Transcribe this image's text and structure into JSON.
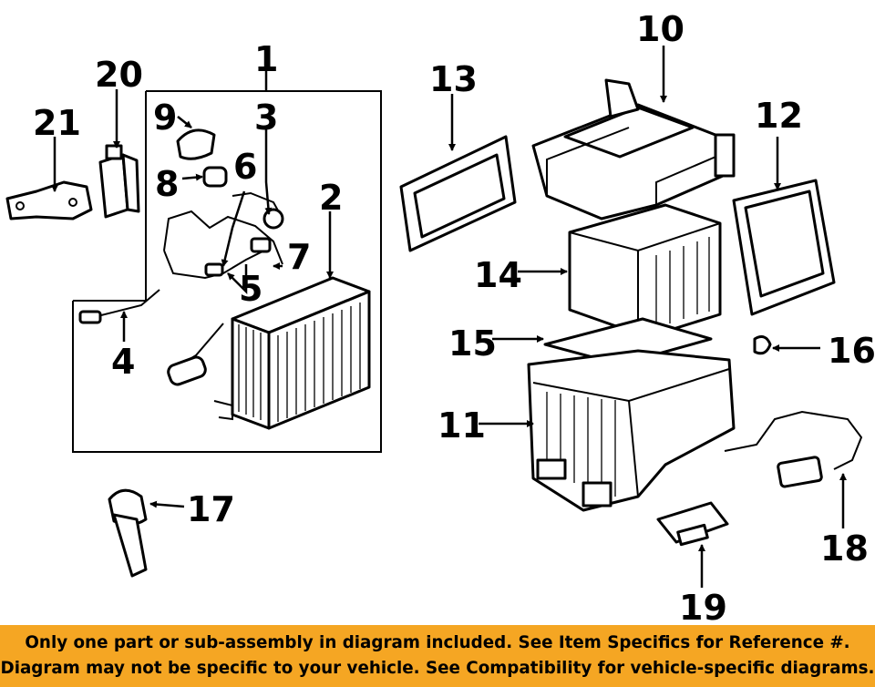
{
  "diagram": {
    "callouts": [
      "1",
      "2",
      "3",
      "4",
      "5",
      "6",
      "7",
      "8",
      "9",
      "10",
      "11",
      "12",
      "13",
      "14",
      "15",
      "16",
      "17",
      "18",
      "19",
      "20",
      "21"
    ]
  },
  "banner": {
    "line1": "Only one part or sub-assembly in diagram included. See Item Specifics for Reference #.",
    "line2": "Diagram may not be specific to your vehicle. See Compatibility for vehicle-specific diagrams.",
    "background": "#f5a623"
  }
}
